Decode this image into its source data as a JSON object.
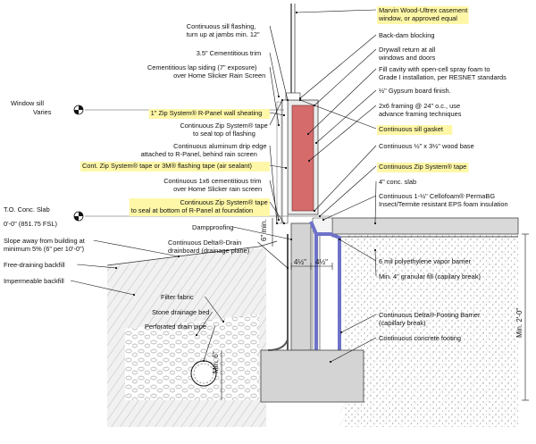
{
  "right_labels": [
    {
      "id": "window",
      "lines": [
        "Marvin Wood-Ultrex casement",
        "window, or approved equal"
      ],
      "highlight": true
    },
    {
      "id": "backdam",
      "lines": [
        "Back-dam blocking"
      ],
      "highlight": false
    },
    {
      "id": "drywall-return",
      "lines": [
        "Drywall return at all",
        "windows and doors"
      ],
      "highlight": false
    },
    {
      "id": "fill-cavity",
      "lines": [
        "Fill cavity with open-cell spray foam to",
        "Grade I installation, per RESNET standards"
      ],
      "highlight": false
    },
    {
      "id": "gypsum",
      "lines": [
        "½\" Gypsum board finish."
      ],
      "highlight": false
    },
    {
      "id": "framing",
      "lines": [
        "2x6 framing @ 24\" o.c., use",
        "advance framing techniques"
      ],
      "highlight": false
    },
    {
      "id": "sill-gasket",
      "lines": [
        "Continuous sill gasket"
      ],
      "highlight": true
    },
    {
      "id": "wood-base",
      "lines": [
        "Continuous ½\" x 3½\" wood base"
      ],
      "highlight": false
    },
    {
      "id": "zip-tape-right",
      "lines": [
        "Continuous Zip System® tape"
      ],
      "highlight": true
    },
    {
      "id": "conc-slab",
      "lines": [
        "4\" conc. slab"
      ],
      "highlight": false
    },
    {
      "id": "cellofoam",
      "lines": [
        "Continuous 1-½\" Cellofoam® PermaBG",
        "Insect/Termite resistant EPS foam insulation"
      ],
      "highlight": false
    },
    {
      "id": "vapor-barrier",
      "lines": [
        "6 mil polyethylene vapor barrier"
      ],
      "highlight": false
    },
    {
      "id": "granular-fill",
      "lines": [
        "Min. 4\" granular fill (capilary break)"
      ],
      "highlight": false
    },
    {
      "id": "footing-barrier",
      "lines": [
        "Continuous Delta®-Footing Barrier",
        "(capillary break)"
      ],
      "highlight": false
    },
    {
      "id": "concrete-footing",
      "lines": [
        "Continuous concrete footing"
      ],
      "highlight": false
    }
  ],
  "left_labels": [
    {
      "id": "sill-flashing",
      "lines": [
        "Continuous sill flashing,",
        "turn up at jambs min. 12\""
      ],
      "highlight": false
    },
    {
      "id": "cementitious-trim",
      "lines": [
        "3.5\" Cementitious trim"
      ],
      "highlight": false
    },
    {
      "id": "lap-siding",
      "lines": [
        "Cementitious lap siding (7\" exposure)",
        "over Home Slicker Rain Screen"
      ],
      "highlight": false
    },
    {
      "id": "r-panel",
      "lines": [
        "1\" Zip System® R-Panel wall sheating"
      ],
      "highlight": true
    },
    {
      "id": "zip-tape-flashing",
      "lines": [
        "Continuous Zip System® tape",
        "to seal top of flashing"
      ],
      "highlight": false
    },
    {
      "id": "drip-edge",
      "lines": [
        "Continuous aluminum drip edge",
        "attached to R-Panel, behind rain screen"
      ],
      "highlight": false
    },
    {
      "id": "air-sealant",
      "lines": [
        "Cont. Zip System® tape or 3M® flashing tape (air sealant)"
      ],
      "highlight": true
    },
    {
      "id": "trim-1x6",
      "lines": [
        "Continuous 1x6 cementitious trim",
        "over Home Slicker rain screen"
      ],
      "highlight": false
    },
    {
      "id": "zip-tape-bottom",
      "lines": [
        "Continuous Zip System® tape",
        "to seal at bottom of R-Panel at foundation"
      ],
      "highlight": true
    },
    {
      "id": "dampproofing",
      "lines": [
        "Dampproofing"
      ],
      "highlight": false
    },
    {
      "id": "delta-drain",
      "lines": [
        "Continuous Delta®-Drain",
        "drainboard (drainage plane)"
      ],
      "highlight": false
    },
    {
      "id": "slope",
      "lines": [
        "Slope away from building at",
        "minimum 5% (6\" per 10'-0\")"
      ],
      "highlight": false
    },
    {
      "id": "backfill-free",
      "lines": [
        "Free-draining backfill"
      ],
      "highlight": false
    },
    {
      "id": "backfill-imperm",
      "lines": [
        "Impermeable backfill"
      ],
      "highlight": false
    },
    {
      "id": "filter-fabric",
      "lines": [
        "Filter fabric"
      ],
      "highlight": false
    },
    {
      "id": "stone-bed",
      "lines": [
        "Stone drainage bed"
      ],
      "highlight": false
    },
    {
      "id": "drain-pipe",
      "lines": [
        "Perforated drain pipe"
      ],
      "highlight": false
    }
  ],
  "markers": {
    "window_sill": {
      "title": "Window sill",
      "value": "Varies"
    },
    "slab": {
      "title": "T.O. Conc. Slab",
      "value": "0'-0\" (851.75 FSL)"
    }
  },
  "dimensions": {
    "six_min": "6\" min.",
    "four_half_left": "4½\"",
    "four_half_right": "4½\"",
    "min_six": "Min. 6\"",
    "min_two_ft": "Min. 2'-0\""
  },
  "colors": {
    "highlight": "#fff7a8",
    "insulation": "#d66b6b",
    "barrier": "#6e72c8",
    "concrete": "#d9d9d9",
    "soil": "#efefef"
  }
}
